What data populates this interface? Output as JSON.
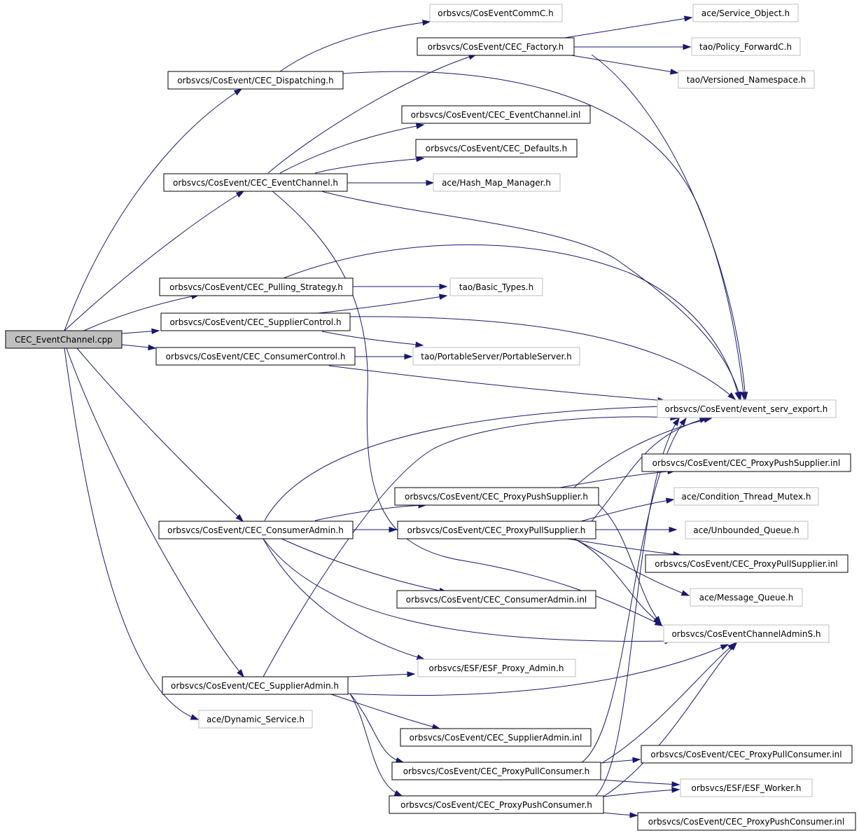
{
  "colors": {
    "edge": "#191970",
    "root_fill": "#bfbfbf",
    "local_border": "#000000",
    "external_border": "#bfbfbf"
  },
  "nodes": {
    "cec_eventchannel_cpp": {
      "label": "CEC_EventChannel.cpp",
      "kind": "root"
    },
    "cec_dispatching_h": {
      "label": "orbsvcs/CosEvent/CEC_Dispatching.h",
      "kind": "local"
    },
    "coseventcommc_h": {
      "label": "orbsvcs/CosEventCommC.h",
      "kind": "external"
    },
    "cec_factory_h": {
      "label": "orbsvcs/CosEvent/CEC_Factory.h",
      "kind": "local"
    },
    "service_object_h": {
      "label": "ace/Service_Object.h",
      "kind": "external"
    },
    "policy_forwardc_h": {
      "label": "tao/Policy_ForwardC.h",
      "kind": "external"
    },
    "versioned_namespace_h": {
      "label": "tao/Versioned_Namespace.h",
      "kind": "external"
    },
    "cec_eventchannel_inl": {
      "label": "orbsvcs/CosEvent/CEC_EventChannel.inl",
      "kind": "local"
    },
    "cec_defaults_h": {
      "label": "orbsvcs/CosEvent/CEC_Defaults.h",
      "kind": "local"
    },
    "cec_eventchannel_h": {
      "label": "orbsvcs/CosEvent/CEC_EventChannel.h",
      "kind": "local"
    },
    "hash_map_manager_h": {
      "label": "ace/Hash_Map_Manager.h",
      "kind": "external"
    },
    "cec_pulling_strategy_h": {
      "label": "orbsvcs/CosEvent/CEC_Pulling_Strategy.h",
      "kind": "local"
    },
    "basic_types_h": {
      "label": "tao/Basic_Types.h",
      "kind": "external"
    },
    "cec_suppliercontrol_h": {
      "label": "orbsvcs/CosEvent/CEC_SupplierControl.h",
      "kind": "local"
    },
    "cec_consumercontrol_h": {
      "label": "orbsvcs/CosEvent/CEC_ConsumerControl.h",
      "kind": "local"
    },
    "portableserver_h": {
      "label": "tao/PortableServer/PortableServer.h",
      "kind": "external"
    },
    "event_serv_export_h": {
      "label": "orbsvcs/CosEvent/event_serv_export.h",
      "kind": "external"
    },
    "cec_proxypushsupplier_inl": {
      "label": "orbsvcs/CosEvent/CEC_ProxyPushSupplier.inl",
      "kind": "local"
    },
    "cec_proxypushsupplier_h": {
      "label": "orbsvcs/CosEvent/CEC_ProxyPushSupplier.h",
      "kind": "local"
    },
    "condition_thread_mutex_h": {
      "label": "ace/Condition_Thread_Mutex.h",
      "kind": "external"
    },
    "cec_consumeradmin_h": {
      "label": "orbsvcs/CosEvent/CEC_ConsumerAdmin.h",
      "kind": "local"
    },
    "cec_proxypullsupplier_h": {
      "label": "orbsvcs/CosEvent/CEC_ProxyPullSupplier.h",
      "kind": "local"
    },
    "unbounded_queue_h": {
      "label": "ace/Unbounded_Queue.h",
      "kind": "external"
    },
    "cec_proxypullsupplier_inl": {
      "label": "orbsvcs/CosEvent/CEC_ProxyPullSupplier.inl",
      "kind": "local"
    },
    "message_queue_h": {
      "label": "ace/Message_Queue.h",
      "kind": "external"
    },
    "cec_consumeradmin_inl": {
      "label": "orbsvcs/CosEvent/CEC_ConsumerAdmin.inl",
      "kind": "local"
    },
    "coseventchanneladmins_h": {
      "label": "orbsvcs/CosEventChannelAdminS.h",
      "kind": "external"
    },
    "esf_proxy_admin_h": {
      "label": "orbsvcs/ESF/ESF_Proxy_Admin.h",
      "kind": "external"
    },
    "cec_supplieradmin_h": {
      "label": "orbsvcs/CosEvent/CEC_SupplierAdmin.h",
      "kind": "local"
    },
    "dynamic_service_h": {
      "label": "ace/Dynamic_Service.h",
      "kind": "external"
    },
    "cec_supplieradmin_inl": {
      "label": "orbsvcs/CosEvent/CEC_SupplierAdmin.inl",
      "kind": "local"
    },
    "cec_proxypullconsumer_inl": {
      "label": "orbsvcs/CosEvent/CEC_ProxyPullConsumer.inl",
      "kind": "local"
    },
    "cec_proxypullconsumer_h": {
      "label": "orbsvcs/CosEvent/CEC_ProxyPullConsumer.h",
      "kind": "local"
    },
    "esf_worker_h": {
      "label": "orbsvcs/ESF/ESF_Worker.h",
      "kind": "external"
    },
    "cec_proxypushconsumer_h": {
      "label": "orbsvcs/CosEvent/CEC_ProxyPushConsumer.h",
      "kind": "local"
    },
    "cec_proxypushconsumer_inl": {
      "label": "orbsvcs/CosEvent/CEC_ProxyPushConsumer.inl",
      "kind": "local"
    }
  }
}
